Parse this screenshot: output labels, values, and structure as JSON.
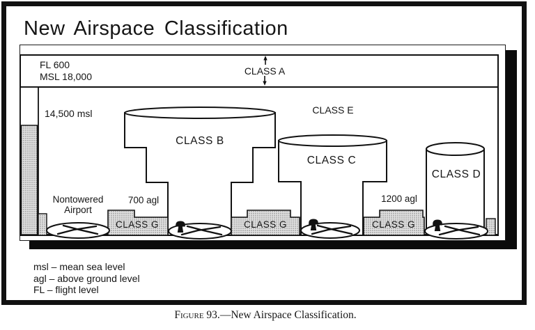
{
  "figure": {
    "title": "New Airspace Classification",
    "caption_prefix": "Figure 93.",
    "caption_rest": "—New Airspace Classification."
  },
  "airspace_labels": {
    "class_a": "CLASS A",
    "class_b": "CLASS B",
    "class_c": "CLASS C",
    "class_d": "CLASS D",
    "class_e": "CLASS E",
    "class_g": "CLASS G"
  },
  "altitude_labels": {
    "fl600": "FL 600",
    "msl18000": "MSL 18,000",
    "msl14500": "14,500 msl",
    "agl700": "700 agl",
    "agl1200": "1200 agl"
  },
  "airport_labels": {
    "nontowered_line1": "Nontowered",
    "nontowered_line2": "Airport"
  },
  "legend": {
    "items": [
      "msl – mean sea level",
      "agl – above ground level",
      "FL – flight level"
    ]
  },
  "icons": {
    "control_tower": "tower-icon",
    "airport": "crossed-runways-icon",
    "class_a_arrows": "up-down-arrow-icon"
  },
  "colors": {
    "ink": "#151515",
    "paper": "#ffffff",
    "shadow": "#0b0b0b",
    "stipple_fill": "#e3e3e3",
    "stipple_dot": "#6f6f6f"
  }
}
